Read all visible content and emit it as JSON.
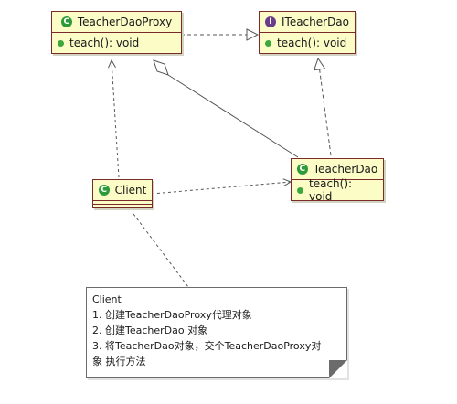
{
  "classes": {
    "proxy": {
      "name": "TeacherDaoProxy",
      "op": "teach(): void",
      "badge": "C"
    },
    "iface": {
      "name": "ITeacherDao",
      "op": "teach(): void",
      "badge": "I"
    },
    "dao": {
      "name": "TeacherDao",
      "op": "teach(): void",
      "badge": "C"
    },
    "client": {
      "name": "Client",
      "badge": "C"
    }
  },
  "note": {
    "lines": [
      "Client",
      "1. 创建TeacherDaoProxy代理对象",
      "2. 创建TeacherDao 对象",
      "3. 将TeacherDao对象，交个TeacherDaoProxy对",
      "象 执行方法"
    ]
  },
  "colors": {
    "fill": "#fcfcc6",
    "border": "#7a2a2a",
    "class_badge": "#2e9b3a",
    "interface_badge": "#6a3c8c"
  }
}
